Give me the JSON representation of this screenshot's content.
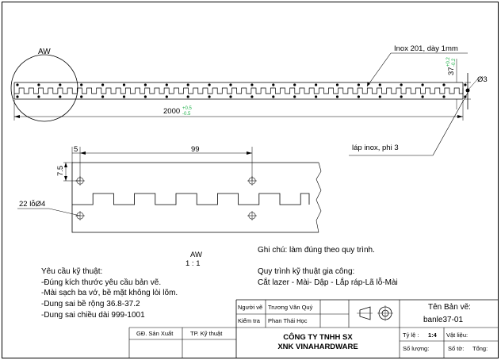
{
  "drawing": {
    "detail_label": "AW",
    "material_note": "Inox 201, dày 1mm",
    "height_dim": "37",
    "height_tol_upper": "+0.2",
    "height_tol_lower": "-0.2",
    "hole_dim": "Ø3",
    "length_dim": "2000",
    "length_tol_upper": "+0.5",
    "length_tol_lower": "-0.5",
    "assembly_note": "láp inox, phi 3",
    "detail_dim_pitch": "99",
    "detail_dim_offset": "5",
    "detail_dim_height": "7.5",
    "detail_holes_note": "22 lỗØ4",
    "detail_title": "AW",
    "detail_scale": "1 : 1"
  },
  "notes": {
    "general_note": "Ghi chú: làm đúng theo quy trình.",
    "process_title": "Quy trình kỹ thuật gia công:",
    "process_steps": "Cắt lazer - Mài- Dập - Lắp ráp-Lã lỗ-Mài",
    "requirements_title": "Yêu cầu kỹ thuật:",
    "requirements": [
      "-Đúng kích thước yêu cầu bản vẽ.",
      "-Mài sạch ba vớ, bề mặt không lòi lõm.",
      "-Dung sai bề rộng 36.8-37.2",
      "-Dung sai chiều dài 999-1001"
    ]
  },
  "title_block": {
    "role_creator": "Người vẽ",
    "creator_name": "Trương Văn Quý",
    "role_checker": "Kiểm tra",
    "checker_name": "Phan Thái Học",
    "company_line1": "CÔNG TY TNHH SX",
    "company_line2": "XNK VINAHARDWARE",
    "drawing_name_label": "Tên Bản vẽ:",
    "drawing_name": "banle37-01",
    "scale_label": "Tỷ lệ :",
    "scale_value": "1:4",
    "material_label": "Vật liệu:",
    "quantity_label": "Số lượng:",
    "sheet_label": "Số tờ:",
    "total_label": "Tổng:",
    "prod_mgr_label": "GĐ. Sản Xuất",
    "tech_mgr_label": "TP. Kỹ thuật"
  },
  "colors": {
    "line": "#000000",
    "tolerance_text": "#22b14c"
  }
}
